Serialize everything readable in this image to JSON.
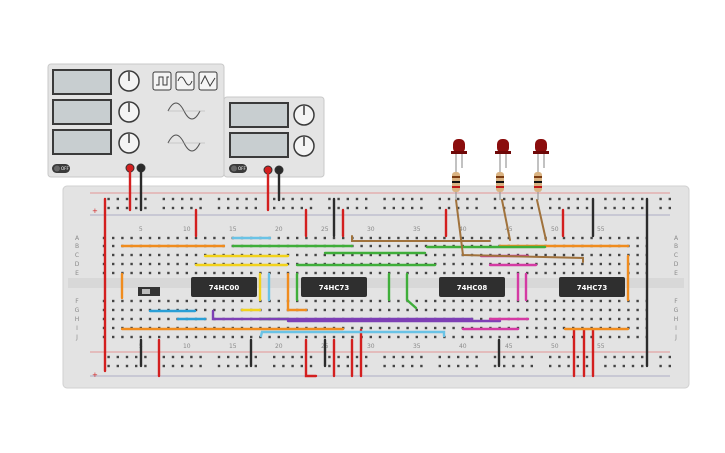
{
  "function_generator": {
    "waveform_buttons": [
      "square",
      "sine",
      "triangle"
    ],
    "power_label": "OFF"
  },
  "power_supply": {
    "power_label": "OFF"
  },
  "breadboard": {
    "row_letters_top": [
      "A",
      "B",
      "C",
      "D",
      "E"
    ],
    "row_letters_bottom": [
      "F",
      "G",
      "H",
      "I",
      "J"
    ],
    "column_numbers": [
      "5",
      "10",
      "15",
      "20",
      "25",
      "30",
      "35",
      "40",
      "45",
      "50",
      "55"
    ]
  },
  "chips": [
    {
      "label": "74HC00"
    },
    {
      "label": "74HC73"
    },
    {
      "label": "74HC08"
    },
    {
      "label": "74HC73"
    }
  ],
  "leds": [
    {
      "color": "red"
    },
    {
      "color": "red"
    },
    {
      "color": "red"
    }
  ],
  "wire_colors": {
    "red": "#d31f1f",
    "black": "#2b2b2b",
    "orange": "#f08c1e",
    "green": "#3fae3a",
    "yellow": "#f2d21b",
    "blue": "#2a9fd6",
    "purple": "#7d3fb5",
    "magenta": "#d43aa3",
    "brown": "#a0723c",
    "lightblue": "#6ac3e6"
  }
}
